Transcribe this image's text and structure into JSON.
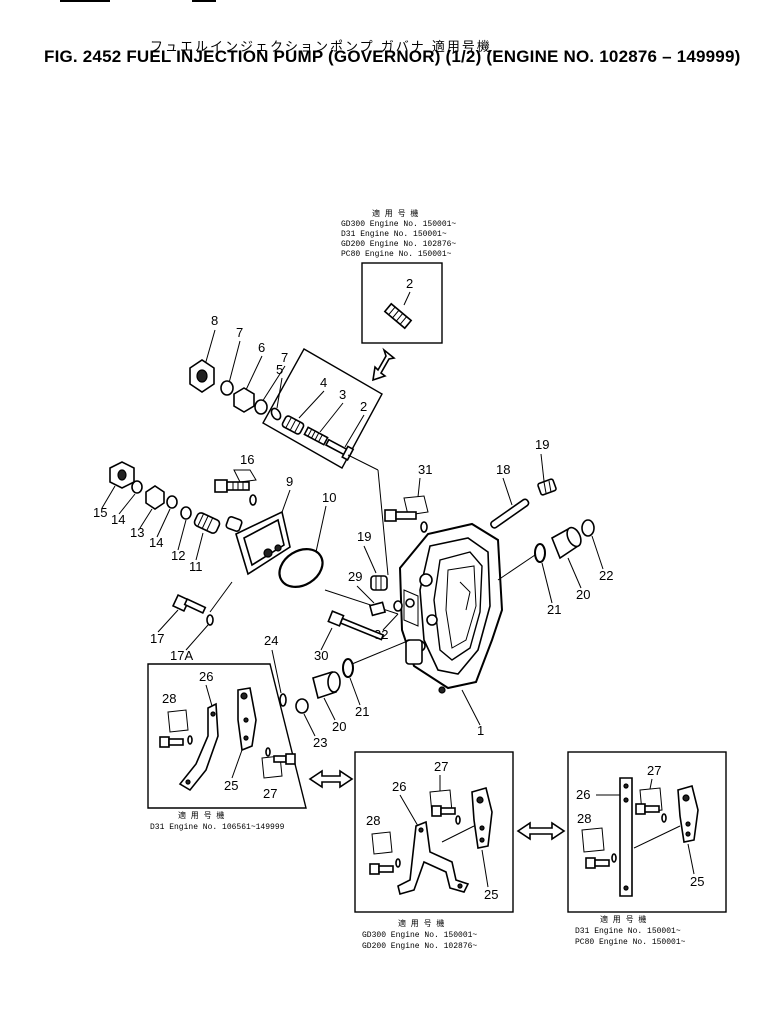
{
  "header": {
    "jp_title": "フュエルインジェクションポンプ ガバナ 適用号機",
    "title": "FIG. 2452 FUEL INJECTION PUMP (GOVERNOR) (1/2) (ENGINE NO. 102876 – 149999)"
  },
  "callouts": {
    "c1": "1",
    "c2a": "2",
    "c2b": "2",
    "c3": "3",
    "c4": "4",
    "c5": "5",
    "c6": "6",
    "c7a": "7",
    "c7b": "7",
    "c8": "8",
    "c9": "9",
    "c10": "10",
    "c11": "11",
    "c12": "12",
    "c13": "13",
    "c14a": "14",
    "c14b": "14",
    "c15": "15",
    "c16": "16",
    "c17": "17",
    "c17a": "17A",
    "c18": "18",
    "c19a": "19",
    "c19b": "19",
    "c20a": "20",
    "c20b": "20",
    "c21a": "21",
    "c21b": "21",
    "c22": "22",
    "c23": "23",
    "c24": "24",
    "c25a": "25",
    "c25b": "25",
    "c25c": "25",
    "c26a": "26",
    "c26b": "26",
    "c26c": "26",
    "c27a": "27",
    "c27b": "27",
    "c27c": "27",
    "c28a": "28",
    "c28b": "28",
    "c28c": "28",
    "c29": "29",
    "c30": "30",
    "c31": "31",
    "c32": "32"
  },
  "notes": {
    "top_box": {
      "header": "適 用 号 機",
      "lines": [
        "GD300  Engine No. 150001~",
        "D31    Engine No. 150001~",
        "GD200  Engine No. 102876~",
        "PC80   Engine No. 150001~"
      ]
    },
    "left_box": {
      "header": "適 用 号 機",
      "lines": [
        "D31 Engine No. 106561~149999"
      ]
    },
    "mid_box": {
      "header": "適 用 号 機",
      "lines": [
        "GD300 Engine No. 150001~",
        "GD200 Engine No. 102876~"
      ]
    },
    "right_box": {
      "header": "適 用 号 機",
      "lines": [
        "D31  Engine No. 150001~",
        "PC80 Engine No. 150001~"
      ]
    }
  }
}
